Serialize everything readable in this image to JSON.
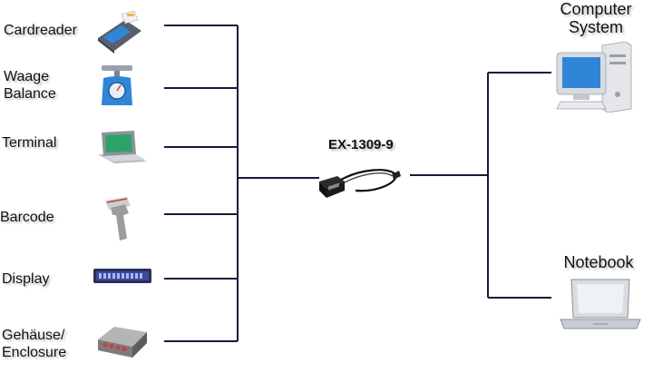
{
  "colors": {
    "line": "#141a3a",
    "accent_blue": "#2f86d6",
    "device_grey": "#8a8a8a",
    "led_red": "#d23b3b"
  },
  "left_devices": [
    {
      "id": "cardreader",
      "label_lines": [
        "Cardreader"
      ],
      "icon": "card-reader-icon"
    },
    {
      "id": "waage",
      "label_lines": [
        "Waage",
        "Balance"
      ],
      "icon": "scale-icon"
    },
    {
      "id": "terminal",
      "label_lines": [
        "Terminal"
      ],
      "icon": "terminal-icon"
    },
    {
      "id": "barcode",
      "label_lines": [
        "Barcode"
      ],
      "icon": "barcode-scanner-icon"
    },
    {
      "id": "display",
      "label_lines": [
        "Display"
      ],
      "icon": "led-display-icon"
    },
    {
      "id": "gehaeuse",
      "label_lines": [
        "Gehäuse/",
        "Enclosure"
      ],
      "icon": "enclosure-icon"
    }
  ],
  "center": {
    "label": "EX-1309-9",
    "icon": "usb-serial-adapter-icon"
  },
  "right_devices": [
    {
      "id": "computer",
      "label_lines": [
        "Computer",
        "System"
      ],
      "icon": "desktop-computer-icon"
    },
    {
      "id": "notebook",
      "label_lines": [
        "Notebook"
      ],
      "icon": "notebook-icon"
    }
  ]
}
